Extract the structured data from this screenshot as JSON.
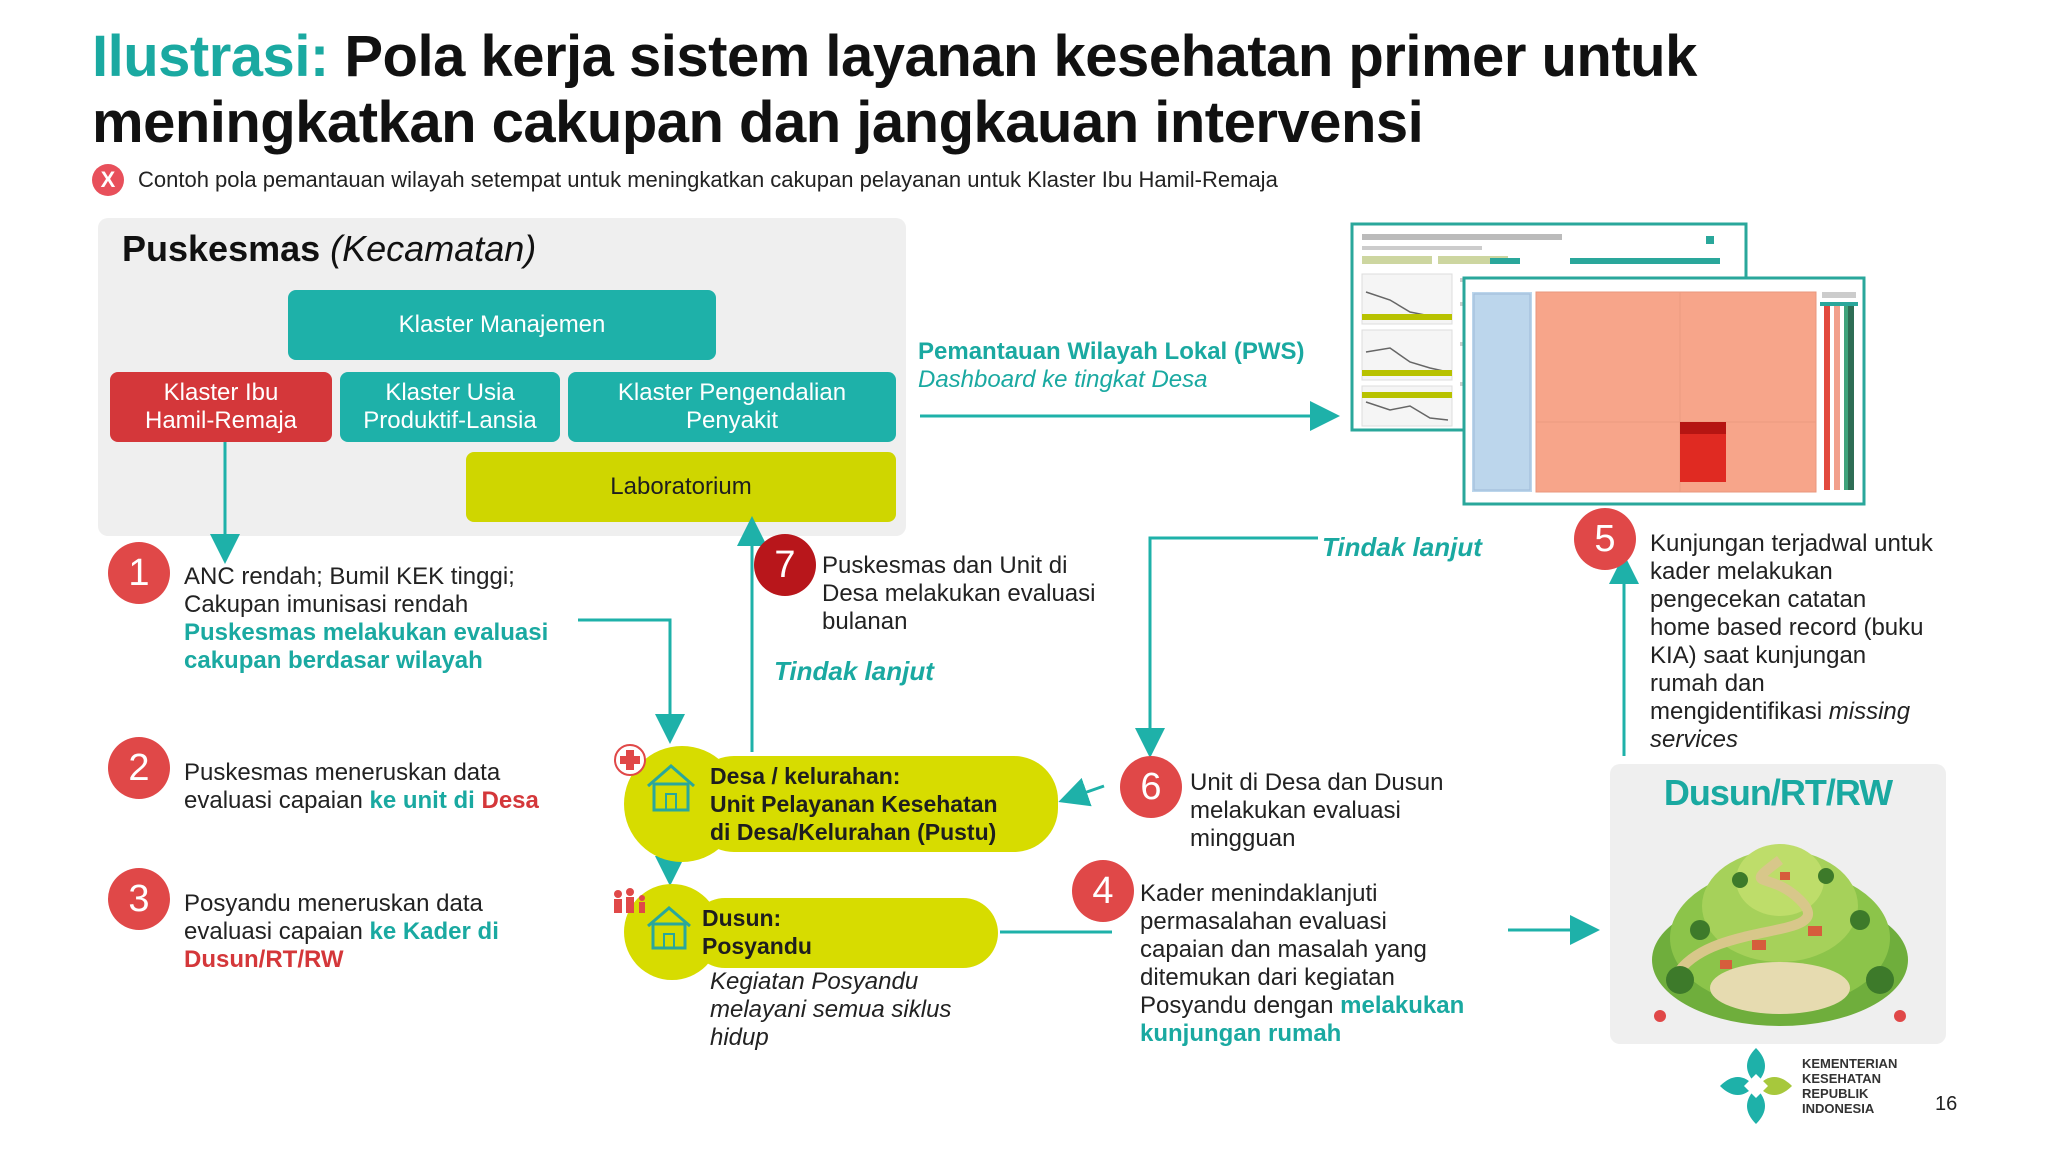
{
  "title": {
    "accent": "Ilustrasi:",
    "line1": "Pola kerja sistem layanan kesehatan primer untuk",
    "line2": "meningkatkan cakupan dan jangkauan intervensi"
  },
  "subtitle": {
    "badge": "X",
    "text": "Contoh pola pemantauan wilayah setempat untuk meningkatkan cakupan pelayanan untuk Klaster Ibu Hamil-Remaja"
  },
  "puskesmas": {
    "title_bold": "Puskesmas",
    "title_italic": "(Kecamatan)",
    "klaster_manajemen": "Klaster Manajemen",
    "klaster_ibu": "Klaster Ibu Hamil-Remaja",
    "klaster_usia": "Klaster Usia Produktif-Lansia",
    "klaster_pengendalian": "Klaster Pengendalian Penyakit",
    "laboratorium": "Laboratorium"
  },
  "pws": {
    "title": "Pemantauan Wilayah Lokal (PWS)",
    "subtitle": "Dashboard ke tingkat Desa"
  },
  "steps": {
    "s1": {
      "num": "1",
      "line1": "ANC rendah; Bumil KEK tinggi;",
      "line2": "Cakupan imunisasi rendah",
      "line3": "Puskesmas melakukan evaluasi",
      "line4": "cakupan berdasar wilayah"
    },
    "s2": {
      "num": "2",
      "line1": "Puskesmas meneruskan data",
      "line2a": "evaluasi capaian ",
      "line2b": "ke unit di ",
      "line2c": "Desa"
    },
    "s3": {
      "num": "3",
      "line1": "Posyandu meneruskan data",
      "line2a": "evaluasi capaian ",
      "line2b": "ke Kader di",
      "line3": "Dusun/RT/RW"
    },
    "s4": {
      "num": "4",
      "line1": "Kader menindaklanjuti",
      "line2": "permasalahan evaluasi",
      "line3": "capaian dan masalah yang",
      "line4": "ditemukan dari kegiatan",
      "line5a": "Posyandu dengan ",
      "line5b": "melakukan",
      "line6": "kunjungan rumah"
    },
    "s5": {
      "num": "5",
      "line1": "Kunjungan terjadwal untuk",
      "line2": "kader melakukan",
      "line3": "pengecekan catatan",
      "line4": "home based record (buku",
      "line5": "KIA) saat kunjungan",
      "line6": "rumah dan",
      "line7a": "mengidentifikasi ",
      "line7b": "missing",
      "line8": "services"
    },
    "s6": {
      "num": "6",
      "line1": "Unit di Desa dan Dusun",
      "line2": "melakukan evaluasi",
      "line3": "mingguan"
    },
    "s7": {
      "num": "7",
      "line1": "Puskesmas dan Unit di",
      "line2": "Desa melakukan evaluasi",
      "line3": "bulanan"
    }
  },
  "tindak_lanjut_1": "Tindak lanjut",
  "tindak_lanjut_2": "Tindak lanjut",
  "desa": {
    "line1": "Desa / kelurahan:",
    "line2": "Unit Pelayanan Kesehatan",
    "line3": "di Desa/Kelurahan (Pustu)"
  },
  "dusun_posyandu": {
    "line1": "Dusun:",
    "line2": "Posyandu",
    "desc1": "Kegiatan Posyandu",
    "desc2": "melayani semua siklus",
    "desc3": "hidup"
  },
  "dusun_rt_rw": "Dusun/RT/RW",
  "logo": {
    "line1": "KEMENTERIAN",
    "line2": "KESEHATAN",
    "line3": "REPUBLIK",
    "line4": "INDONESIA"
  },
  "page_number": "16",
  "colors": {
    "teal": "#1eb1a9",
    "red": "#d4373a",
    "lime": "#d7dc00",
    "dark_red": "#b8161b"
  }
}
